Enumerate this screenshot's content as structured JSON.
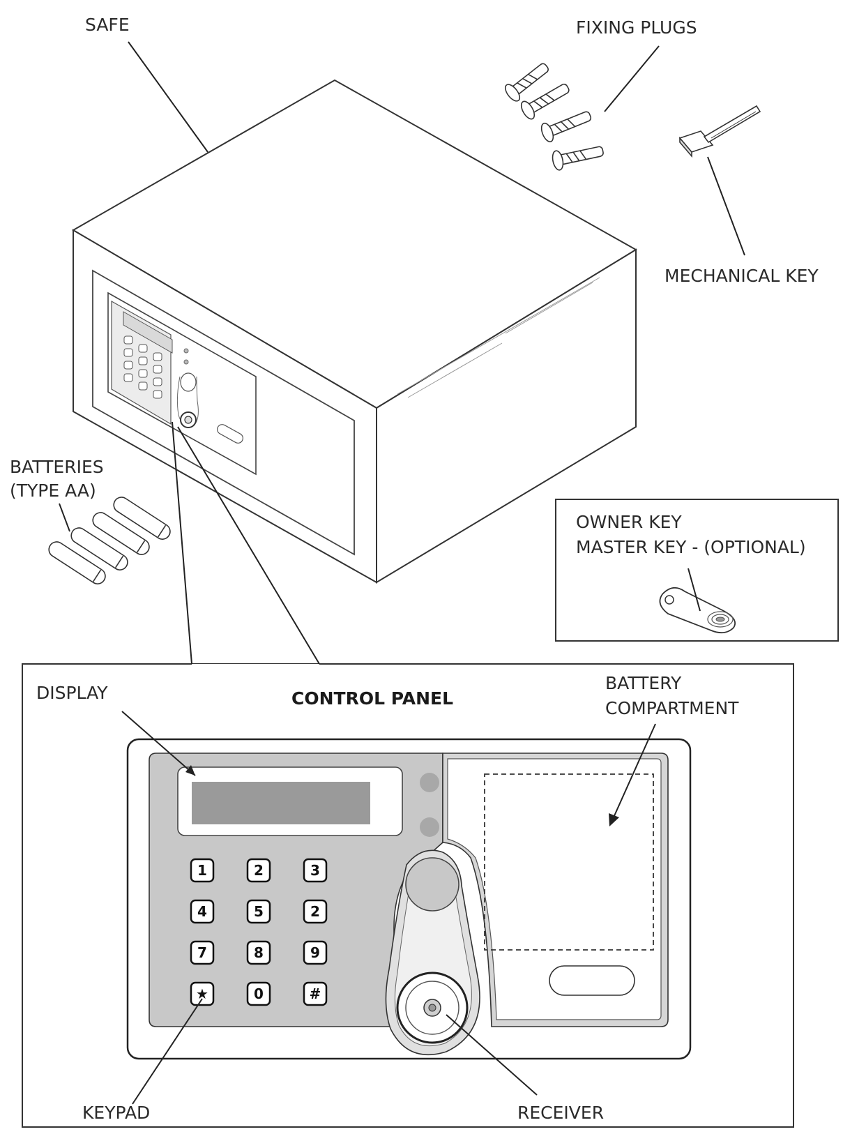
{
  "labels": {
    "safe": "SAFE",
    "fixing_plugs": "FIXING PLUGS",
    "mechanical_key": "MECHANICAL KEY",
    "batteries_line1": "BATTERIES",
    "batteries_line2": "(TYPE AA)",
    "owner_key": "OWNER KEY",
    "master_key": "MASTER KEY - (OPTIONAL)",
    "display": "DISPLAY",
    "control_panel": "CONTROL PANEL",
    "battery_line1": "BATTERY",
    "battery_line2": "COMPARTMENT",
    "keypad": "KEYPAD",
    "receiver": "RECEIVER"
  },
  "keypad_keys": [
    "1",
    "2",
    "3",
    "4",
    "5",
    "2",
    "7",
    "8",
    "9",
    "★",
    "0",
    "#"
  ],
  "colors": {
    "panel_gray": "#c8c8c8",
    "display_gray": "#9a9a9a",
    "led_gray": "#a8a8a8",
    "line": "#222222"
  }
}
